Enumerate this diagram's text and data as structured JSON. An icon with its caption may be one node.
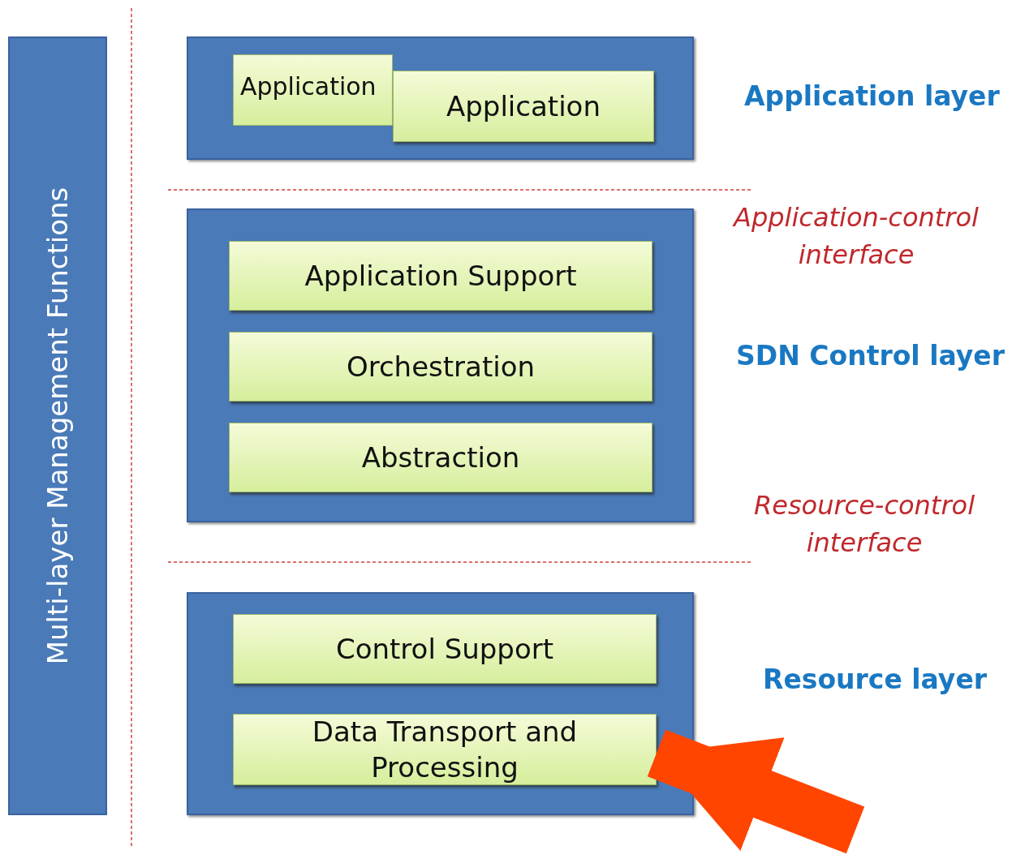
{
  "diagram": {
    "nodes": [
      {
        "text": [
          "Multi-layer Management Functions"
        ]
      },
      {
        "text": [],
        "shape": "box",
        "beside": [
          "Application layer"
        ]
      },
      {
        "text": [
          "Application"
        ],
        "in": 1
      },
      {
        "text": [
          "Application"
        ],
        "in": 1
      },
      {
        "text": [],
        "shape": "box",
        "beside": [
          "SDN Control layer"
        ]
      },
      {
        "text": [
          "Application Support"
        ],
        "in": 4
      },
      {
        "text": [
          "Orchestration"
        ],
        "in": 4
      },
      {
        "text": [
          "Abstraction"
        ],
        "in": 4
      },
      {
        "text": [],
        "shape": "box",
        "beside": [
          "Resource layer"
        ]
      },
      {
        "text": [
          "Control Support"
        ],
        "in": 8
      },
      {
        "text": [
          "Data Transport and Processing"
        ],
        "in": 8
      }
    ],
    "edges": [
      {
        "from": null,
        "to": 10,
        "arrow": "to",
        "color": "#ff4500"
      }
    ],
    "labels": [
      "Application-control interface",
      "Resource-control interface"
    ]
  }
}
